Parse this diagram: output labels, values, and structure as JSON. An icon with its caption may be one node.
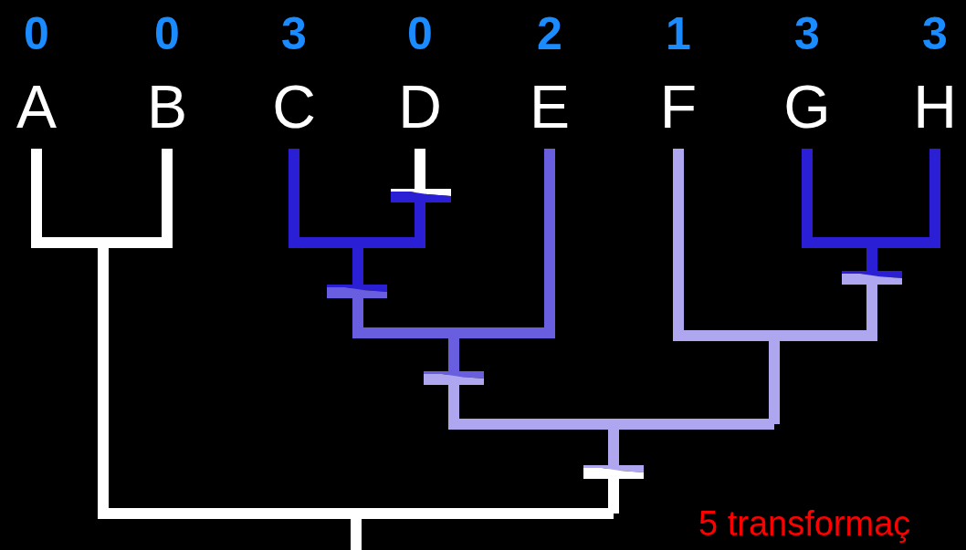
{
  "diagram": {
    "labels": [
      "0",
      "0",
      "3",
      "0",
      "2",
      "1",
      "3",
      "3",
      "A",
      "B",
      "C",
      "D",
      "E",
      "F",
      "G",
      "H",
      "5 transformaç"
    ]
  }
}
